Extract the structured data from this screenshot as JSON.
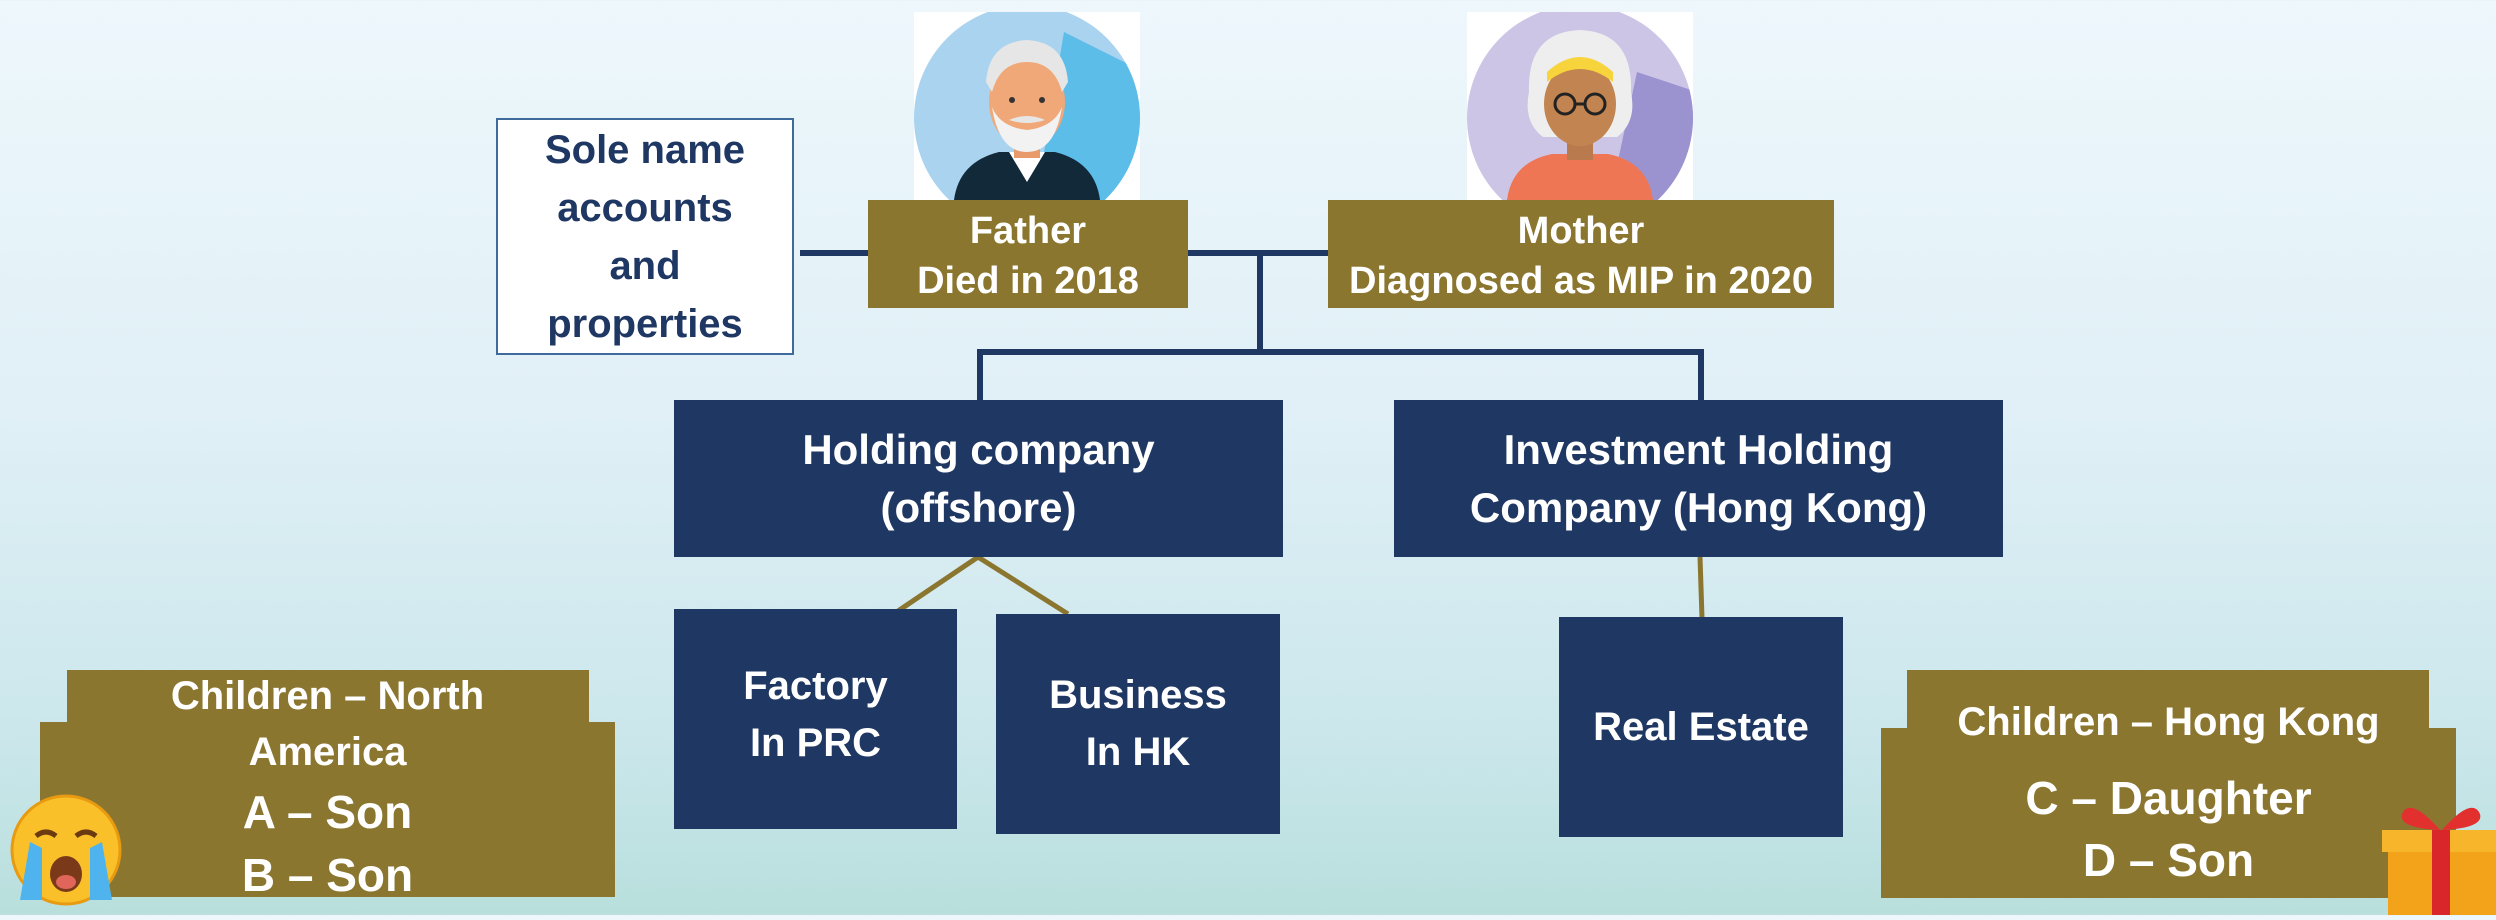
{
  "colors": {
    "navy": "#1f3763",
    "gold": "#8b7630",
    "connector_gold": "#8b7630"
  },
  "sole_name": {
    "lines": [
      "Sole name",
      "accounts",
      "and",
      "properties"
    ]
  },
  "father": {
    "avatar": "elderly-man-avatar",
    "line1": "Father",
    "line2": "Died in 2018"
  },
  "mother": {
    "avatar": "elderly-woman-avatar",
    "line1": "Mother",
    "line2": "Diagnosed as MIP in 2020"
  },
  "holding_offshore": {
    "line1": "Holding company",
    "line2": "(offshore)"
  },
  "investment_hk": {
    "line1": "Investment Holding",
    "line2": "Company (Hong Kong)"
  },
  "factory": {
    "line1": "Factory",
    "line2": "In PRC"
  },
  "business": {
    "line1": "Business",
    "line2": "In HK"
  },
  "real_estate": {
    "label": "Real Estate"
  },
  "children_na": {
    "title1": "Children – North",
    "title2": "America",
    "child1": "A – Son",
    "child2": "B – Son",
    "emoji": "😭"
  },
  "children_hk": {
    "title": "Children – Hong Kong",
    "child1": "C – Daughter",
    "child2": "D – Son",
    "icon": "gift-icon"
  }
}
